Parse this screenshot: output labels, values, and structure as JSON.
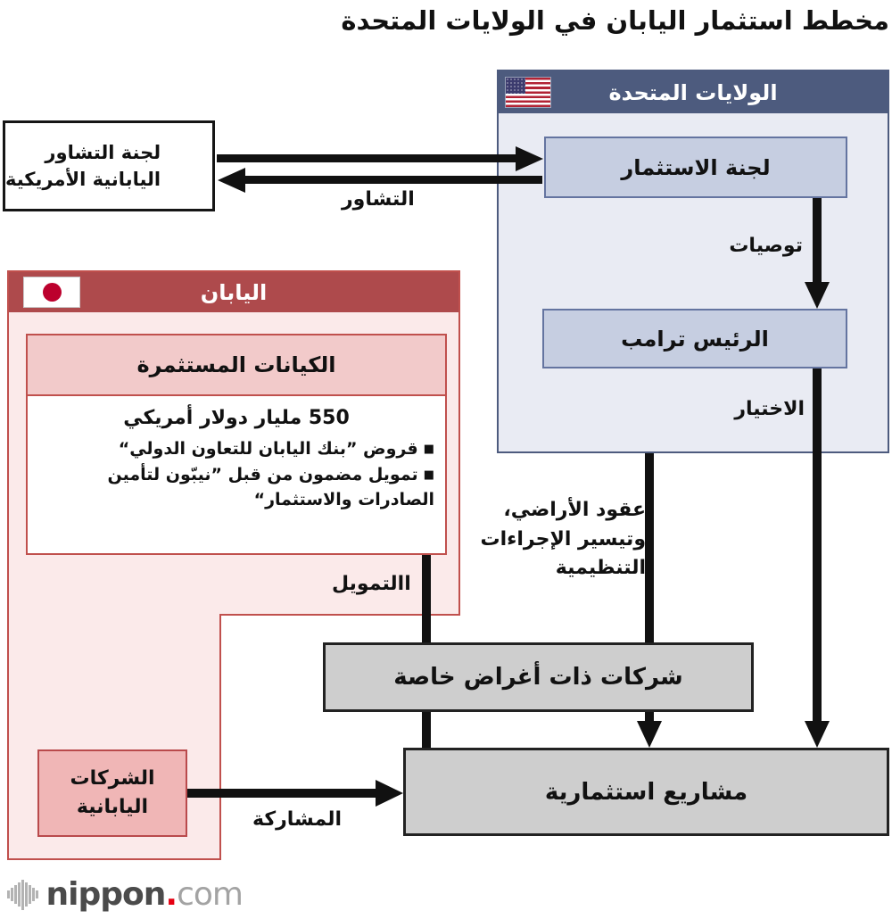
{
  "page": {
    "title": "مخطط استثمار اليابان في الولايات المتحدة"
  },
  "us_panel": {
    "header": "الولايات المتحدة",
    "flag": "us-flag",
    "investment_committee": "لجنة الاستثمار",
    "president": "الرئيس ترامب",
    "recommendations_label": "توصيات",
    "selection_label": "الاختيار"
  },
  "consultation": {
    "committee": "لجنة التشاور\nاليابانية الأمريكية",
    "label": "التشاور"
  },
  "japan_panel": {
    "header": "اليابان",
    "flag": "japan-flag",
    "entities_title": "الكيانات المستثمرة",
    "amount": "550 مليار دولار أمريكي",
    "bullets": [
      {
        "marker": "■",
        "text": "قروض ”بنك اليابان للتعاون الدولي“"
      },
      {
        "marker": "■",
        "text": "تمويل مضمون من قبل ”نيبّون لتأمين الصادرات والاستثمار“"
      }
    ],
    "financing_label": "االتمويل",
    "companies": "الشركات\nاليابانية",
    "participation_label": "المشاركة"
  },
  "flow": {
    "land_label": "عقود الأراضي،\nوتيسير الإجراءات\nالتنظيمية",
    "spc": "شركات ذات أغراض خاصة",
    "projects": "مشاريع استثمارية"
  },
  "footer": {
    "brand": "nippon",
    "dot": ".",
    "suffix": "com"
  },
  "colors": {
    "us_accent": "#4d5b7e",
    "us_body": "#e9ebf3",
    "us_inner_box": "#c6cee1",
    "japan_accent": "#ae4a4c",
    "japan_border": "#c0504d",
    "japan_body": "#fbeaea",
    "japan_flag_red": "#bc002d",
    "gray_box": "#cecece",
    "arrow": "#111111",
    "logo_red": "#e60012"
  }
}
